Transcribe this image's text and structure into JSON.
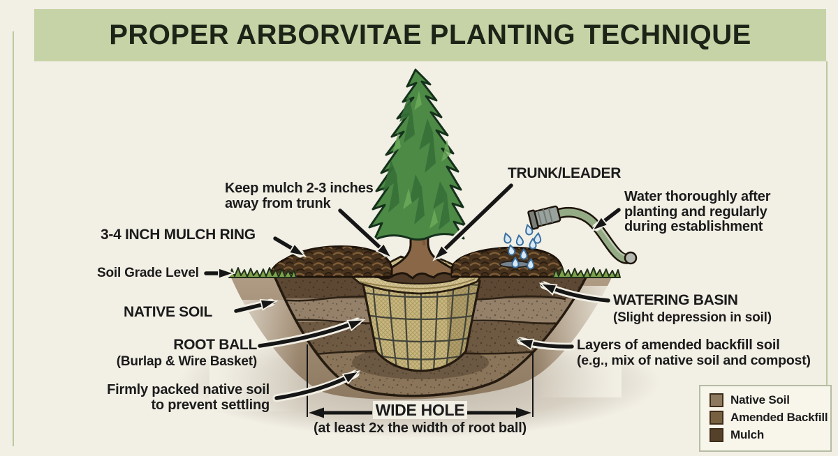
{
  "title": "PROPER ARBORVITAE PLANTING TECHNIQUE",
  "labels": {
    "keep_mulch": {
      "line1": "Keep mulch 2-3 inches",
      "line2": "away from trunk"
    },
    "mulch_ring": "3-4 INCH MULCH RING",
    "soil_grade": "Soil Grade Level",
    "native_soil": "NATIVE SOIL",
    "root_ball": {
      "title": "ROOT BALL",
      "sub": "(Burlap & Wire Basket)"
    },
    "firmly_packed": {
      "line1": "Firmly packed native soil",
      "line2": "to prevent settling"
    },
    "trunk_leader": "TRUNK/LEADER",
    "watering": {
      "line1": "Water thoroughly after",
      "line2": "planting and regularly",
      "line3": "during establishment"
    },
    "watering_basin": {
      "title": "WATERING BASIN",
      "sub": "(Slight depression in soil)"
    },
    "backfill_layers": {
      "line1": "Layers of amended backfill soil",
      "line2": "(e.g., mix of native soil and compost)"
    },
    "wide_hole": {
      "title": "WIDE HOLE",
      "sub": "(at least 2x the width of root ball)"
    }
  },
  "legend": {
    "items": [
      {
        "label": "Native Soil",
        "color": "#8d7a5e"
      },
      {
        "label": "Amended Backfill",
        "color": "#77603f"
      },
      {
        "label": "Mulch",
        "color": "#55412a"
      }
    ]
  },
  "colors": {
    "background": "#f2efe5",
    "header_band": "#c5d3a6",
    "frame_line": "#bcc9a0",
    "tree_green": "#4d8a46",
    "burlap": "#c9b87f",
    "mulch": "#46321d"
  }
}
